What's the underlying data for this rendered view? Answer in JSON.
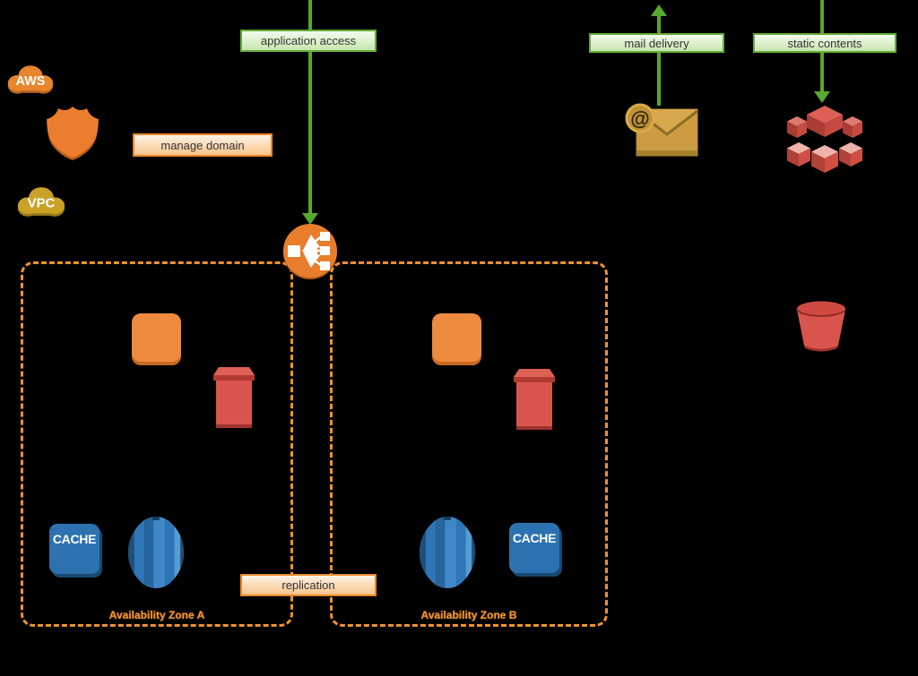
{
  "canvas": {
    "background": "#000000"
  },
  "flows": {
    "application_access": "application access",
    "mail_delivery": "mail delivery",
    "static_contents": "static contents"
  },
  "annotations": {
    "manage_domain": "manage domain",
    "replication": "replication"
  },
  "zones": {
    "zone_a_label": "Availability Zone A",
    "zone_b_label": "Availability Zone B"
  },
  "icon_texts": {
    "aws": "AWS",
    "vpc": "VPC",
    "cache": "CACHE",
    "at_sign": "@"
  },
  "icons": {
    "aws_cloud": "aws-cloud-icon",
    "route53_shield": "route53-shield-icon",
    "vpc_cloud": "vpc-cloud-icon",
    "load_balancer": "elastic-load-balancer-icon",
    "ec2_instance": "ec2-instance-icon",
    "ami_box": "ami-box-icon",
    "elasticache_node": "elasticache-cache-node-icon",
    "rds_instance": "rds-db-instance-icon",
    "ses_envelope": "ses-email-icon",
    "cloudfront": "cloudfront-distribution-icon",
    "s3_bucket": "s3-bucket-icon"
  },
  "colors": {
    "arrow_green": "#56a82f",
    "green_label_border": "#64ad37",
    "orange_label_border": "#e8872a",
    "az_dashed_border": "#f0922d",
    "aws_cloud_orange": "#e8862d",
    "shield_orange": "#ed7d2e",
    "vpc_olive": "#c9a227",
    "elb_orange": "#e87e2b",
    "ec2_orange": "#ef8b3f",
    "red_icon": "#d9544d",
    "cache_blue": "#2d72b0",
    "rds_blue": "#2e75b6",
    "ses_gold": "#cd9c42"
  }
}
